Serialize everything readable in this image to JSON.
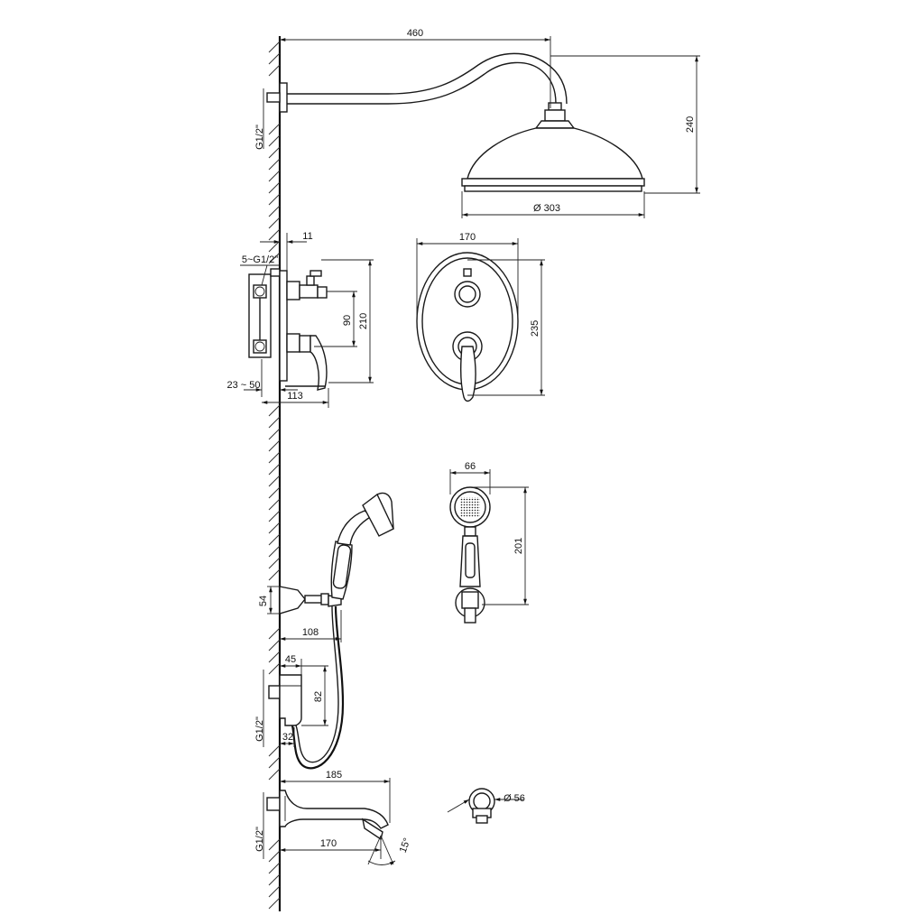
{
  "labels": {
    "d460": "460",
    "d240": "240",
    "d303": "Ø 303",
    "d11": "11",
    "g12_5": "5~G1/2\"",
    "d210": "210",
    "d90": "90",
    "d23_50": "23 ~ 50",
    "d113": "113",
    "d170a": "170",
    "d235": "235",
    "d66": "66",
    "d201": "201",
    "d54": "54",
    "d108": "108",
    "d45": "45",
    "d82": "82",
    "d32": "32",
    "g12_a": "G1/2\"",
    "g12_b": "G1/2\"",
    "g12_c": "G1/2\"",
    "d185": "185",
    "d170b": "170",
    "d15": "15°",
    "d56": "Ø 56"
  }
}
